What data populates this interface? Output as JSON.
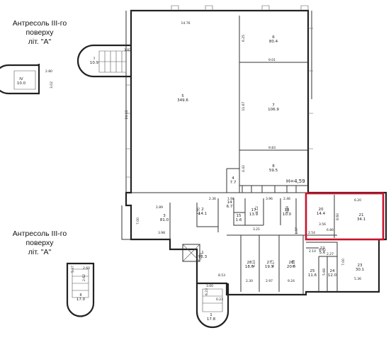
{
  "captions": {
    "top_line1": "Антресоль ІІІ-го поверху",
    "top_line2": "літ. \"А\"",
    "bottom_line1": "Антресоль ІІІ-го поверху",
    "bottom_line2": "літ. \"А\""
  },
  "level_mark": "Н=4,59",
  "highlight_color": "#c8142d",
  "rooms": [
    {
      "id": "r5",
      "num": "5",
      "area": "349.6"
    },
    {
      "id": "r6",
      "num": "6",
      "area": "80.4"
    },
    {
      "id": "r7",
      "num": "7",
      "area": "106.9"
    },
    {
      "id": "r8",
      "num": "8",
      "area": "59.5"
    },
    {
      "id": "r4",
      "num": "4",
      "area": "7.7"
    },
    {
      "id": "r3",
      "num": "3",
      "area": "81.0"
    },
    {
      "id": "r2",
      "num": "2",
      "area": "14.1"
    },
    {
      "id": "r14",
      "num": "14",
      "area": "6.7"
    },
    {
      "id": "r15",
      "num": "15",
      "area": "1.6"
    },
    {
      "id": "r17",
      "num": "17",
      "area": "13.9"
    },
    {
      "id": "r18",
      "num": "18",
      "area": "10.0"
    },
    {
      "id": "r20",
      "num": "20",
      "area": "14.4"
    },
    {
      "id": "r21",
      "num": "21",
      "area": "34.1"
    },
    {
      "id": "r1",
      "num": "1",
      "area": "92.3"
    },
    {
      "id": "r22",
      "num": "22",
      "area": "5.6"
    },
    {
      "id": "r23",
      "num": "23",
      "area": "30.1"
    },
    {
      "id": "r24",
      "num": "24",
      "area": "12.0"
    },
    {
      "id": "r25",
      "num": "25",
      "area": "11.6"
    },
    {
      "id": "r26",
      "num": "26",
      "area": "20.0"
    },
    {
      "id": "r27",
      "num": "27",
      "area": "19.3"
    },
    {
      "id": "r28",
      "num": "28",
      "area": "18.6"
    },
    {
      "id": "rS1",
      "num": "1",
      "area": "17.8"
    },
    {
      "id": "rS2",
      "num": "I",
      "area": "10.9"
    },
    {
      "id": "rS3",
      "num": "IV",
      "area": "10.0"
    },
    {
      "id": "rS4",
      "num": "II",
      "area": "17.0"
    }
  ],
  "dimensions": [
    "14.76",
    "6.25",
    "3.82",
    "9.01",
    "11.67",
    "24.11",
    "9.83",
    "4.42",
    "2.89",
    "7.00",
    "3.98",
    "4.70",
    "1.66",
    "2.36",
    "3.96",
    "4.12",
    "4.08",
    "2.46",
    "3.21",
    "1.37",
    "3.56",
    "6.20",
    "8.60",
    "6.86",
    "2.54",
    "2.14",
    "4.45",
    "2.27",
    "7.00",
    "5.36",
    "9.24",
    "2.97",
    "2.30",
    "7.25",
    "8.53",
    "3.00",
    "6.23",
    "6.10",
    "6.17",
    "9.18",
    "5.68",
    "2.80",
    "3.02",
    "2.62",
    "5.37",
    "2.60",
    "0.23"
  ]
}
